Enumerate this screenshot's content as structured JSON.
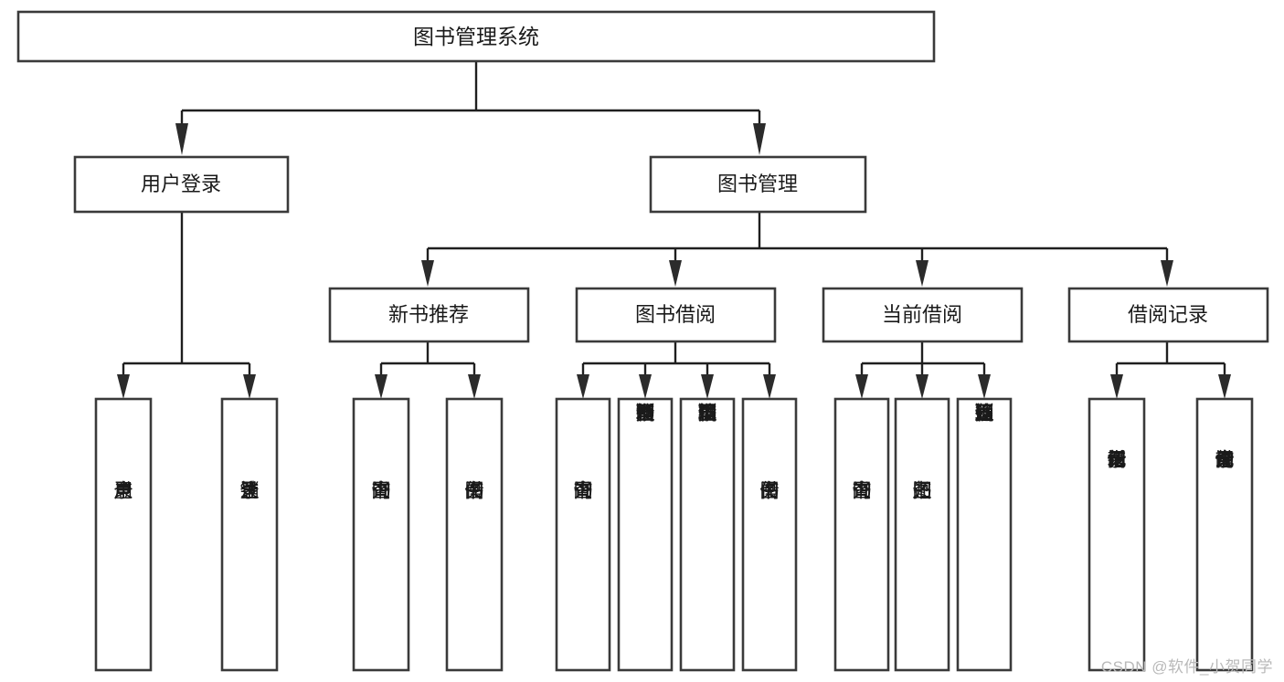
{
  "diagram": {
    "type": "tree",
    "title": "图书管理系统",
    "root": {
      "id": "root",
      "label": "图书管理系统",
      "level": 1
    },
    "level2": [
      {
        "id": "user-login",
        "label": "用户登录"
      },
      {
        "id": "book-manage",
        "label": "图书管理"
      }
    ],
    "level3": [
      {
        "id": "new-book-recommend",
        "label": "新书推荐",
        "parent": "book-manage"
      },
      {
        "id": "book-borrow",
        "label": "图书借阅",
        "parent": "book-manage"
      },
      {
        "id": "current-borrow",
        "label": "当前借阅",
        "parent": "book-manage"
      },
      {
        "id": "borrow-record",
        "label": "借阅记录",
        "parent": "book-manage"
      }
    ],
    "leaves": {
      "user-login": [
        {
          "id": "leaf-user-login",
          "label": "用户登录"
        },
        {
          "id": "leaf-user-logout",
          "label": "注销登录"
        }
      ],
      "new-book-recommend": [
        {
          "id": "leaf-query-book-1",
          "label": "查询图书"
        },
        {
          "id": "leaf-borrow-book-1",
          "label": "借阅图书"
        }
      ],
      "book-borrow": [
        {
          "id": "leaf-query-book-2",
          "label": "查询图书"
        },
        {
          "id": "leaf-add-book",
          "label": "新增图书（管理员）"
        },
        {
          "id": "leaf-edit-book",
          "label": "编辑图书（管理员）"
        },
        {
          "id": "leaf-borrow-book-2",
          "label": "借阅图书"
        }
      ],
      "current-borrow": [
        {
          "id": "leaf-query-book-3",
          "label": "查询图书"
        },
        {
          "id": "leaf-return-book",
          "label": "归还图书"
        },
        {
          "id": "leaf-confirm-return",
          "label": "确认归还（管理员）"
        }
      ],
      "borrow-record": [
        {
          "id": "leaf-add-record",
          "label": "新增借阅记录"
        },
        {
          "id": "leaf-query-record",
          "label": "查询借阅记录"
        }
      ]
    }
  },
  "watermark": {
    "text": "CSDN @软件_小贺同学"
  },
  "colors": {
    "box_stroke": "#3a3a3a",
    "connector": "#1f1f1f",
    "text": "#1a1a1a",
    "background": "#ffffff",
    "watermark": "#b9b9b9"
  }
}
